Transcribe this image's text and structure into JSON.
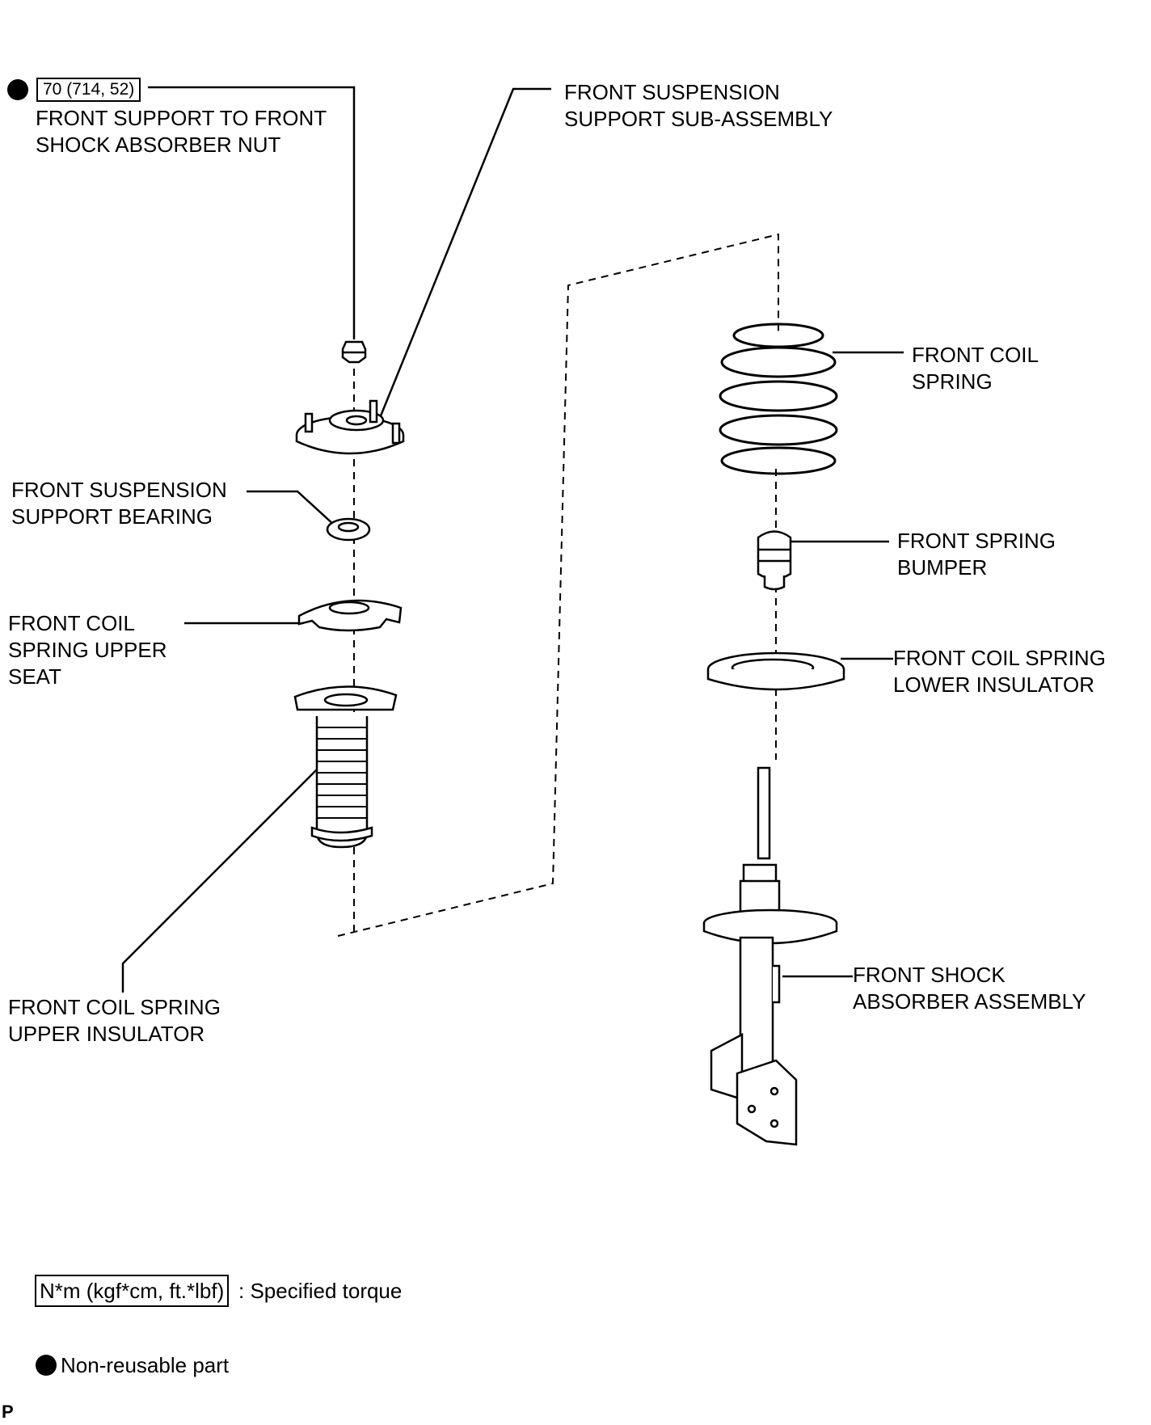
{
  "callouts": {
    "nut_torque": "70 (714, 52)",
    "nut": [
      "FRONT SUPPORT TO FRONT",
      "SHOCK ABSORBER NUT"
    ],
    "support_sub_assembly": [
      "FRONT SUSPENSION",
      "SUPPORT SUB-ASSEMBLY"
    ],
    "support_bearing": [
      "FRONT SUSPENSION",
      "SUPPORT BEARING"
    ],
    "coil_spring_upper_seat": [
      "FRONT COIL",
      "SPRING UPPER",
      "SEAT"
    ],
    "coil_spring_upper_insulator": [
      "FRONT COIL SPRING",
      "UPPER INSULATOR"
    ],
    "coil_spring": [
      "FRONT COIL",
      "SPRING"
    ],
    "spring_bumper": [
      "FRONT SPRING",
      "BUMPER"
    ],
    "coil_spring_lower_insulator": [
      "FRONT COIL SPRING",
      "LOWER INSULATOR"
    ],
    "shock_absorber_assembly": [
      "FRONT SHOCK",
      "ABSORBER ASSEMBLY"
    ]
  },
  "legend": {
    "torque_units": "N*m (kgf*cm, ft.*lbf)",
    "torque_desc": ": Specified torque",
    "non_reusable": "Non-reusable part"
  },
  "corner_mark": "P"
}
